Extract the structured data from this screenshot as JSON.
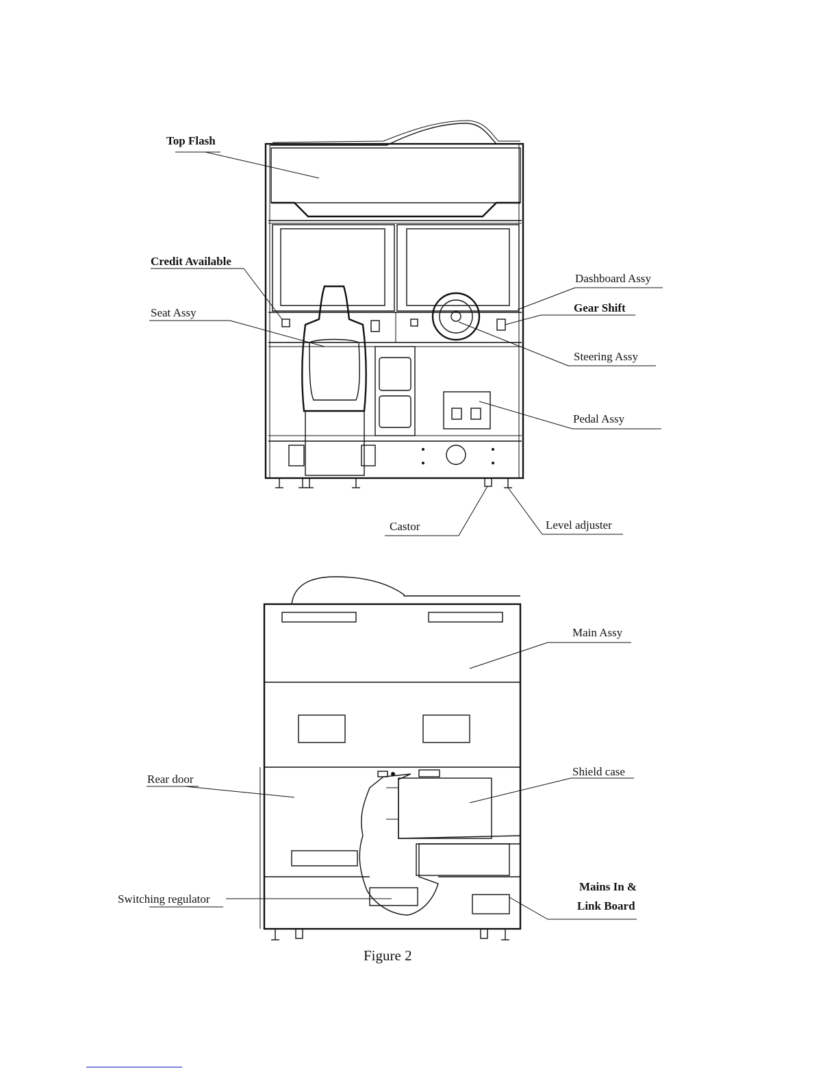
{
  "front_view": {
    "labels": {
      "top_flash": "Top Flash",
      "credit_available": "Credit Available",
      "seat_assy": "Seat Assy",
      "dashboard_assy": "Dashboard Assy",
      "gear_shift": "Gear Shift",
      "steering_assy": "Steering Assy",
      "pedal_assy": "Pedal Assy",
      "castor": "Castor",
      "level_adjuster": "Level adjuster"
    }
  },
  "rear_view": {
    "labels": {
      "main_assy": "Main Assy",
      "rear_door": "Rear door",
      "shield_case": "Shield case",
      "switching_regulator": "Switching regulator",
      "mains_in_line1": "Mains In &",
      "mains_in_line2": "Link Board"
    }
  },
  "caption": "Figure 2"
}
